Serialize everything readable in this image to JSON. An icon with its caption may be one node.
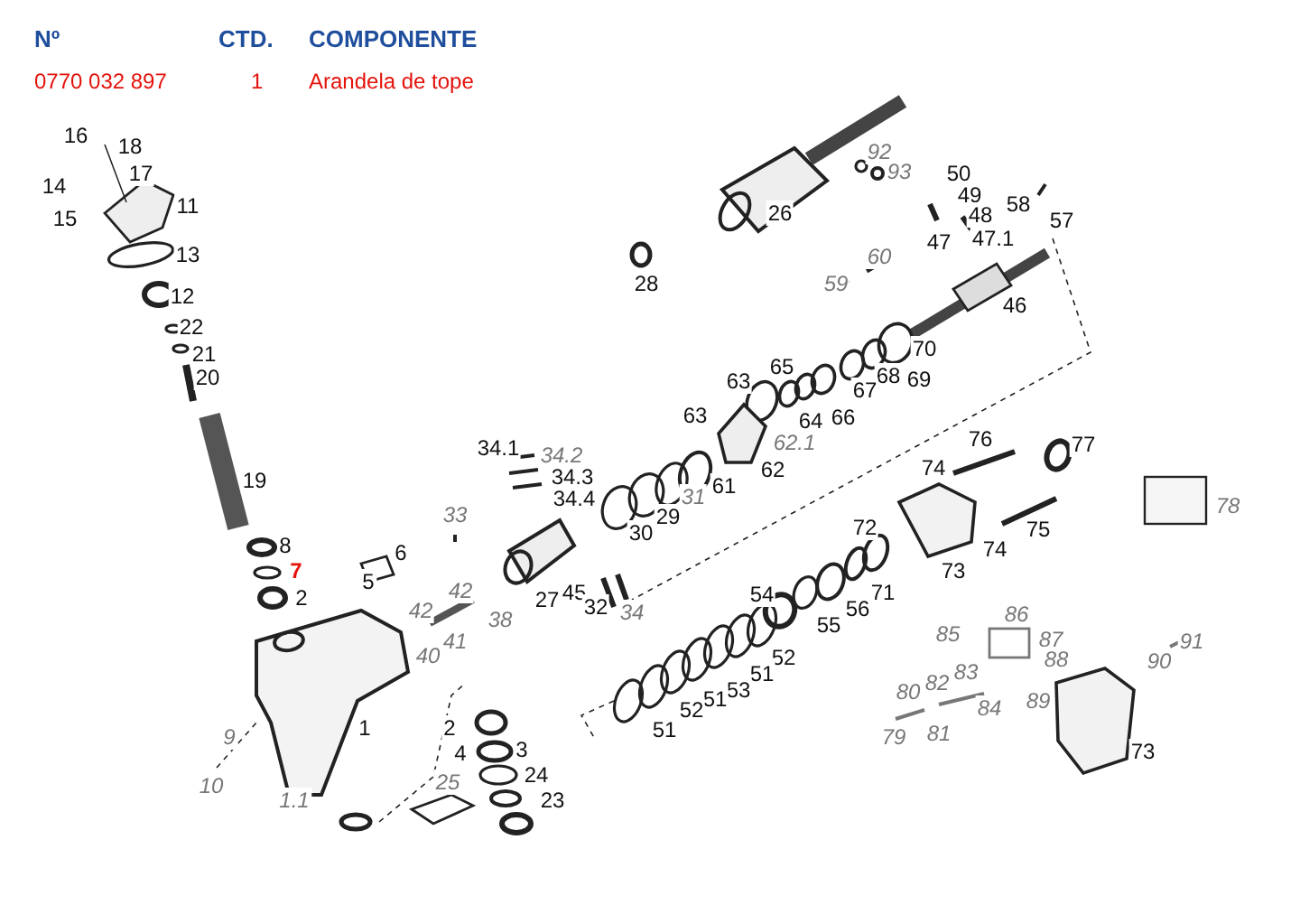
{
  "diagram": {
    "labels": [
      "Nº",
      "CTD.",
      "COMPONENTE",
      "0770 032 897",
      "1",
      "Arandela de tope",
      "16",
      "18",
      "50",
      "92",
      "93",
      "17",
      "14",
      "49",
      "11",
      "58",
      "26",
      "48",
      "15",
      "57",
      "47.1",
      "47",
      "13",
      "60",
      "28",
      "59",
      "12",
      "46",
      "22",
      "70",
      "21",
      "65",
      "68",
      "20",
      "69",
      "63",
      "67",
      "63",
      "66",
      "64",
      "76",
      "62.1",
      "77",
      "34.1",
      "34.2",
      "74",
      "62",
      "34.3",
      "19",
      "61",
      "31",
      "34.4",
      "78",
      "33",
      "29",
      "72",
      "75",
      "30",
      "8",
      "74",
      "6",
      "73",
      "7",
      "5",
      "45",
      "71",
      "42",
      "54",
      "27",
      "2",
      "32",
      "56",
      "42",
      "34",
      "86",
      "38",
      "55",
      "85",
      "87",
      "41",
      "91",
      "40",
      "52",
      "88",
      "90",
      "51",
      "83",
      "82",
      "53",
      "80",
      "51",
      "89",
      "84",
      "52",
      "1",
      "2",
      "51",
      "81",
      "9",
      "79",
      "3",
      "73",
      "4",
      "24",
      "25",
      "10",
      "1.1",
      "23"
    ]
  }
}
